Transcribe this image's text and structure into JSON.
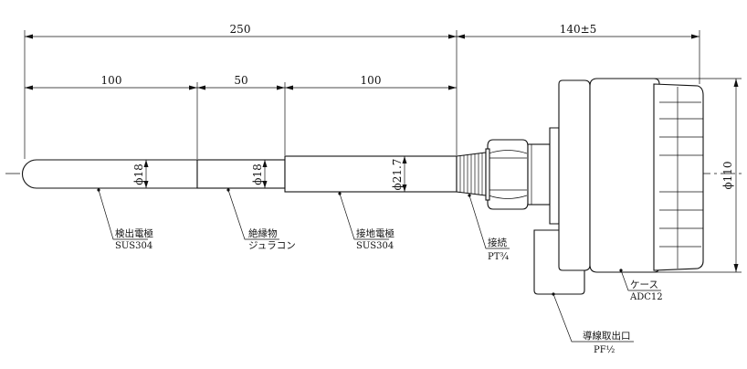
{
  "dimensions": {
    "overall_probe_length": "250",
    "head_length": "140±5",
    "detect_electrode_length": "100",
    "insulator_length": "50",
    "ground_electrode_length": "100",
    "detect_electrode_diameter": "ϕ18",
    "insulator_diameter": "ϕ18",
    "ground_electrode_diameter": "ϕ21.7",
    "case_diameter": "ϕ110"
  },
  "callouts": {
    "detect_electrode": {
      "name": "検出電極",
      "material": "SUS304"
    },
    "insulator": {
      "name": "絶縁物",
      "material": "ジュラコン"
    },
    "ground_electrode": {
      "name": "接地電極",
      "material": "SUS304"
    },
    "connection": {
      "name": "接続",
      "material": "PT¾"
    },
    "case": {
      "name": "ケース",
      "material": "ADC12"
    },
    "cable_outlet": {
      "name": "導線取出口",
      "material": "PF½"
    }
  }
}
